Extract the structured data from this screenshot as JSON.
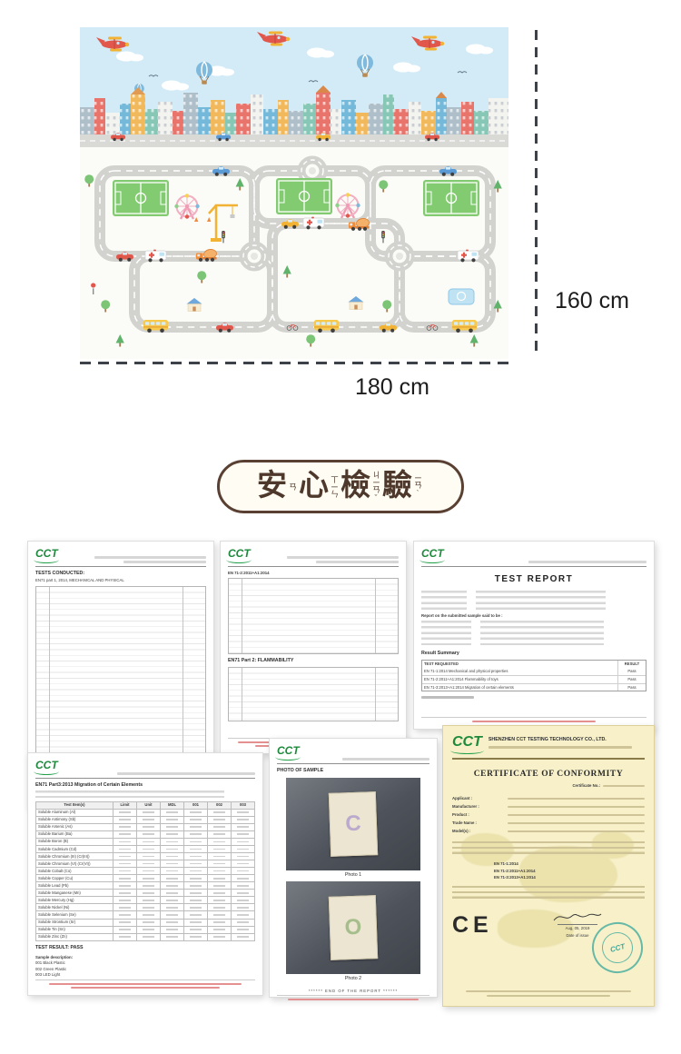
{
  "dimensions": {
    "height_label": "160 cm",
    "width_label": "180 cm"
  },
  "badge": {
    "chars": [
      {
        "char": "安",
        "zhuyin": "ㄢ"
      },
      {
        "char": "心",
        "zhuyin": "ㄒㄧㄣ"
      },
      {
        "char": "檢",
        "zhuyin": "ㄐㄧㄢˇ"
      },
      {
        "char": "驗",
        "zhuyin": "ㄧㄢˋ"
      }
    ]
  },
  "docs": {
    "logo_text": "CCT",
    "report1": {
      "heading": "TESTS CONDUCTED:",
      "subheading": "EN71 part 1, 2014, MECHANICAL AND PHYSICAL"
    },
    "report2": {
      "heading": "EN 71-2:2011+A1:2014",
      "section_heading": "EN71 Part 2: FLAMMABILITY"
    },
    "report3": {
      "title": "TEST REPORT",
      "intro_label": "Report on the submitted sample said to be :",
      "summary_heading": "Result Summary",
      "summary_col_test": "TEST REQUESTED",
      "summary_col_result": "RESULT",
      "summary": [
        {
          "name": "EN 71-1:2014 Mechanical and physical properties",
          "verdict": "Pass"
        },
        {
          "name": "EN 71-2:2011+A1:2014 Flammability of toys",
          "verdict": "Pass"
        },
        {
          "name": "EN 71-3:2013+A1:2014 Migration of certain elements",
          "verdict": "Pass"
        }
      ]
    },
    "report4": {
      "heading": "EN71 Part3:2013 Migration of Certain Elements",
      "table_headers": [
        "Test Item(s)",
        "Limit",
        "Unit",
        "MDL",
        "001",
        "002",
        "003"
      ],
      "rows": [
        {
          "name": "Soluble Aluminum (Al)"
        },
        {
          "name": "Soluble Antimony (Sb)"
        },
        {
          "name": "Soluble Arsenic (As)"
        },
        {
          "name": "Soluble Barium (Ba)"
        },
        {
          "name": "Soluble Boron (B)"
        },
        {
          "name": "Soluble Cadmium (Cd)"
        },
        {
          "name": "Soluble Chromium (III) (Cr(III))"
        },
        {
          "name": "Soluble Chromium (VI) (Cr(VI))"
        },
        {
          "name": "Soluble Cobalt (Co)"
        },
        {
          "name": "Soluble Copper (Cu)"
        },
        {
          "name": "Soluble Lead (Pb)"
        },
        {
          "name": "Soluble Manganese (Mn)"
        },
        {
          "name": "Soluble Mercury (Hg)"
        },
        {
          "name": "Soluble Nickel (Ni)"
        },
        {
          "name": "Soluble Selenium (Se)"
        },
        {
          "name": "Soluble Strontium (Sr)"
        },
        {
          "name": "Soluble Tin (Sn)"
        },
        {
          "name": "Soluble Zinc (Zn)"
        }
      ],
      "result_line": "TEST RESULT:  PASS",
      "sample_heading": "Sample description:",
      "samples": [
        "001  Black Plastic",
        "002  Green Plastic",
        "003  LED Light"
      ]
    },
    "report5": {
      "heading": "PHOTO OF SAMPLE",
      "photos": [
        {
          "caption": "Photo 1",
          "mark": "C"
        },
        {
          "caption": "Photo 2",
          "mark": "O"
        }
      ],
      "end_line": "****** END OF THE REPORT ******"
    },
    "certificate": {
      "company": "SHENZHEN CCT TESTING TECHNOLOGY CO., LTD.",
      "title": "CERTIFICATE OF CONFORMITY",
      "cert_no_label": "Certificate No.:",
      "labels": [
        "Applicant :",
        "Manufacturer :",
        "Product :",
        "Trade Name :",
        "Model(s) :"
      ],
      "standards": [
        "EN 71-1:2014",
        "EN 71-2:2011+A1:2014",
        "EN 71-3:2013+A1:2014"
      ],
      "ce_mark": "CE",
      "issue_date": "Aug, 05, 2019",
      "issue_date_label": "Date of issue"
    }
  }
}
